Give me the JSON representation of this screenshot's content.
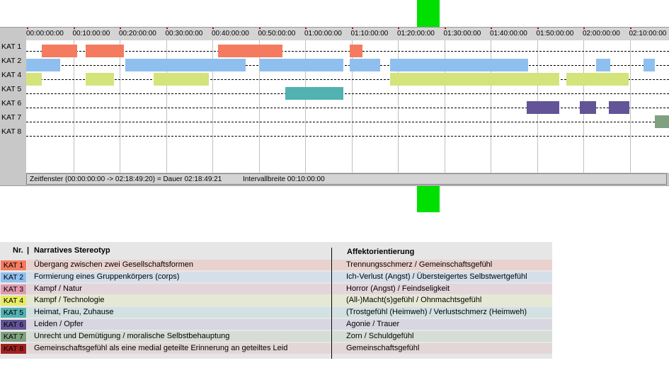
{
  "timeline": {
    "ticks": [
      "00:00:00:00",
      "00:10:00:00",
      "00:20:00:00",
      "00:30:00:00",
      "00:40:00:00",
      "00:50:00:00",
      "01:00:00:00",
      "01:10:00:00",
      "01:20:00:00",
      "01:30:00:00",
      "01:40:00:00",
      "01:50:00:00",
      "02:00:00:00",
      "02:10:00:00"
    ],
    "categories": [
      "KAT 1",
      "KAT 2",
      "KAT 4",
      "KAT 5",
      "KAT 6",
      "KAT 7",
      "KAT 8"
    ],
    "colors": {
      "KAT 1": "#f47b5f",
      "KAT 2": "#8fbfef",
      "KAT 4": "#d4e37a",
      "KAT 5": "#52b1b1",
      "KAT 6": "#625496",
      "KAT 7": "#7fa17f",
      "KAT 8": "#ffffff"
    },
    "segments": [
      {
        "cat": "KAT 1",
        "start": 3.4,
        "end": 11.0
      },
      {
        "cat": "KAT 1",
        "start": 12.9,
        "end": 21.1
      },
      {
        "cat": "KAT 1",
        "start": 41.3,
        "end": 55.2
      },
      {
        "cat": "KAT 1",
        "start": 69.8,
        "end": 72.5
      },
      {
        "cat": "KAT 2",
        "start": 0,
        "end": 7.4
      },
      {
        "cat": "KAT 2",
        "start": 21.3,
        "end": 47.3
      },
      {
        "cat": "KAT 2",
        "start": 50.4,
        "end": 68.4
      },
      {
        "cat": "KAT 2",
        "start": 69.8,
        "end": 76.3
      },
      {
        "cat": "KAT 2",
        "start": 78.4,
        "end": 108.2
      },
      {
        "cat": "KAT 2",
        "start": 122.9,
        "end": 125.9
      },
      {
        "cat": "KAT 2",
        "start": 133.1,
        "end": 135.5
      },
      {
        "cat": "KAT 4",
        "start": 0,
        "end": 3.4
      },
      {
        "cat": "KAT 4",
        "start": 12.9,
        "end": 18.9
      },
      {
        "cat": "KAT 4",
        "start": 27.5,
        "end": 39.4
      },
      {
        "cat": "KAT 4",
        "start": 78.4,
        "end": 114.9
      },
      {
        "cat": "KAT 4",
        "start": 116.5,
        "end": 129.9
      },
      {
        "cat": "KAT 5",
        "start": 55.9,
        "end": 68.4
      },
      {
        "cat": "KAT 6",
        "start": 108.0,
        "end": 114.9
      },
      {
        "cat": "KAT 6",
        "start": 119.4,
        "end": 122.9
      },
      {
        "cat": "KAT 6",
        "start": 125.6,
        "end": 130.1
      },
      {
        "cat": "KAT 7",
        "start": 135.5,
        "end": 138.8
      }
    ],
    "status": {
      "window": "Zeitfenster (00:00:00:00 -> 02:18:49:20) = Dauer 02:18:49:21",
      "interval": "Intervallbreite 00:10:00:00"
    }
  },
  "legend": {
    "headers": {
      "nr": "Nr.",
      "stereotype": "Narratives Stereotyp",
      "affect": "Affektorientierung"
    },
    "rows": [
      {
        "kat": "KAT 1",
        "badge_color": "#f47b5f",
        "tint": "#e9d2ce",
        "text_color": "#000000",
        "stereotype": "Übergang zwischen zwei Gesellschaftsformen",
        "affect": "Trennungsschmerz / Gemeinschaftsgefühl"
      },
      {
        "kat": "KAT 2",
        "badge_color": "#8fbfef",
        "tint": "#d4dfea",
        "text_color": "#000000",
        "stereotype": "Formierung eines Gruppenkörpers (corps)",
        "affect": "Ich-Verlust (Angst) / Übersteigertes Selbstwertgefühl"
      },
      {
        "kat": "KAT 3",
        "badge_color": "#e09aae",
        "tint": "#e4d5da",
        "text_color": "#000000",
        "stereotype": "Kampf / Natur",
        "affect": "Horror (Angst) / Feindseligkeit"
      },
      {
        "kat": "KAT 4",
        "badge_color": "#e6ed62",
        "tint": "#e5e8d2",
        "text_color": "#000000",
        "stereotype": "Kampf / Technologie",
        "affect": "(All-)Macht(s)gefühl / Ohnmachtsgefühl"
      },
      {
        "kat": "KAT 5",
        "badge_color": "#52b1b1",
        "tint": "#d2e1e1",
        "text_color": "#000000",
        "stereotype": "Heimat, Frau, Zuhause",
        "affect": "(Trostgefühl (Heimweh) / Verlustschmerz (Heimweh)"
      },
      {
        "kat": "KAT 6",
        "badge_color": "#625496",
        "tint": "#d8d6e0",
        "text_color": "#000000",
        "stereotype": "Leiden / Opfer",
        "affect": "Agonie / Trauer"
      },
      {
        "kat": "KAT 7",
        "badge_color": "#7fa17f",
        "tint": "#d6ddd6",
        "text_color": "#000000",
        "stereotype": "Unrecht und Demütigung / moralische Selbstbehauptung",
        "affect": "Zorn / Schuldgefühl"
      },
      {
        "kat": "KAT 8",
        "badge_color": "#a32020",
        "tint": "#e3d6d6",
        "text_color": "#000000",
        "stereotype": "Gemeinschaftsgefühl als eine medial geteilte Erinnerung an geteiltes Leid",
        "affect": "Gemeinschaftsgefühl"
      }
    ]
  }
}
